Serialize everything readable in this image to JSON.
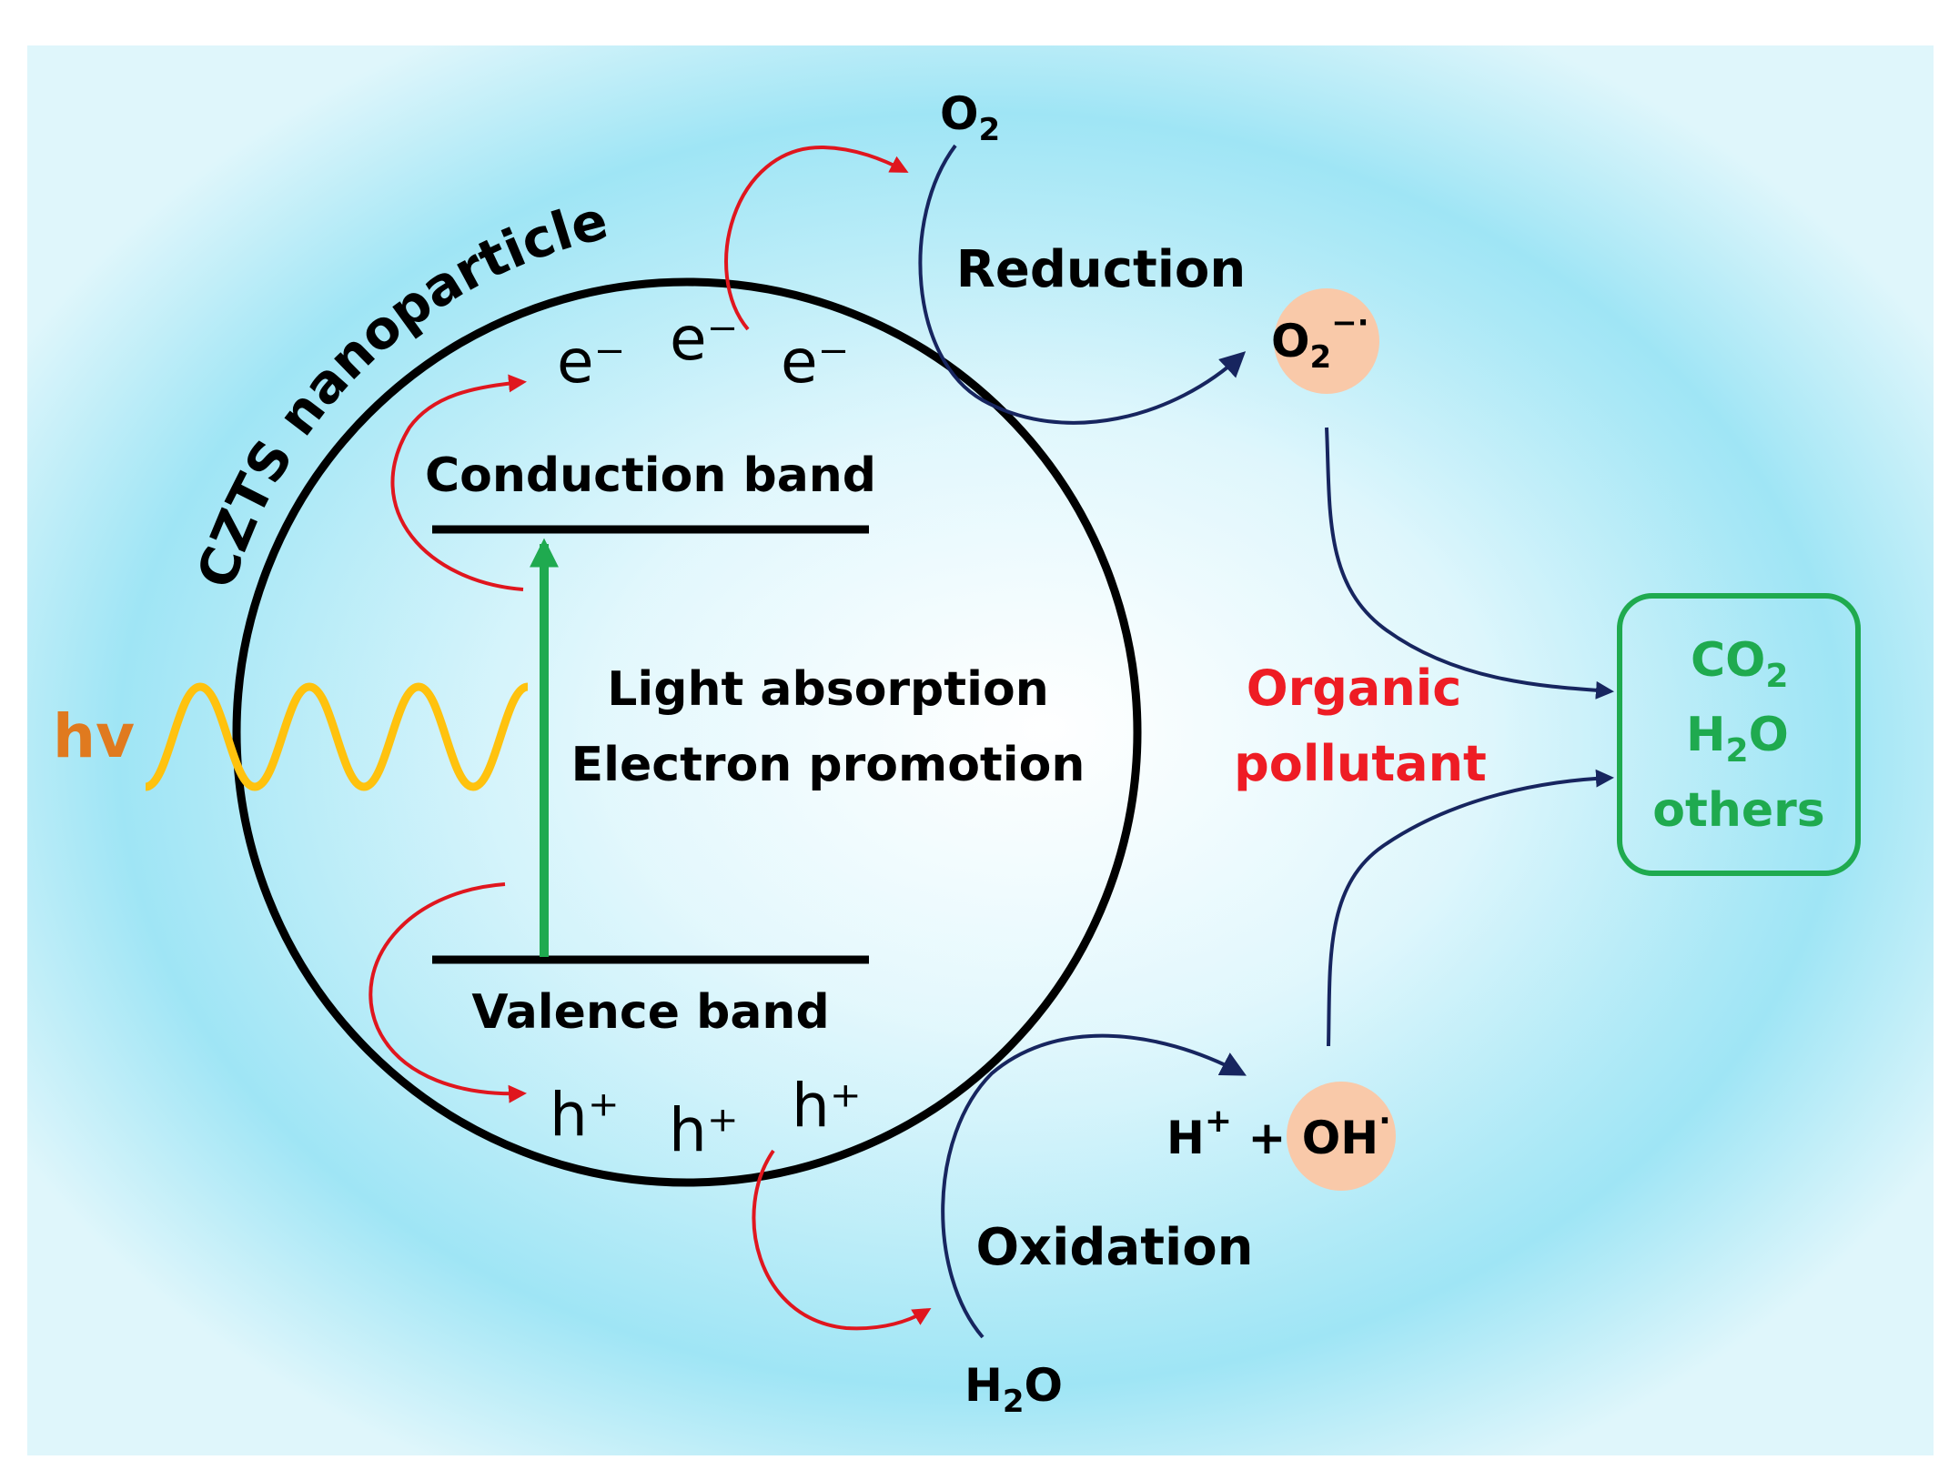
{
  "title": "CZTS nanoparticle",
  "hv": "hv",
  "conduction_band": "Conduction band",
  "valence_band": "Valence band",
  "center_text": {
    "line1": "Light absorption",
    "line2": "Electron promotion"
  },
  "electrons": [
    "e⁻",
    "e⁻",
    "e⁻"
  ],
  "holes": [
    "h⁺",
    "h⁺",
    "h⁺"
  ],
  "reduction": {
    "reactant_base": "O",
    "reactant_sub": "2",
    "label": "Reduction",
    "product_base": "O",
    "product_sub": "2",
    "product_sup": "−·"
  },
  "oxidation": {
    "reactant_base": "H",
    "reactant_sub": "2",
    "reactant_tail": "O",
    "label": "Oxidation",
    "product_h": "H",
    "product_h_sup": "+",
    "product_plus": " + ",
    "product_oh": "OH",
    "product_oh_sup": "·"
  },
  "organic_pollutant": {
    "line1": "Organic",
    "line2": "pollutant"
  },
  "products": {
    "co_base": "CO",
    "co_sub": "2",
    "h_base": "H",
    "h_sub": "2",
    "h_tail": "O",
    "others": "others"
  },
  "colors": {
    "background_glow": "#b9ecf7",
    "circle_stroke": "#000000",
    "band_line": "#000000",
    "promotion_arrow": "#1faa4f",
    "red_arrow": "#e0161e",
    "navy_arrow": "#17255f",
    "wave": "#ffc20e",
    "hv_text": "#e07a1f",
    "radical_fill": "#f9c9a9",
    "pollutant_text": "#ee1c24",
    "product_green": "#1faa4f"
  }
}
